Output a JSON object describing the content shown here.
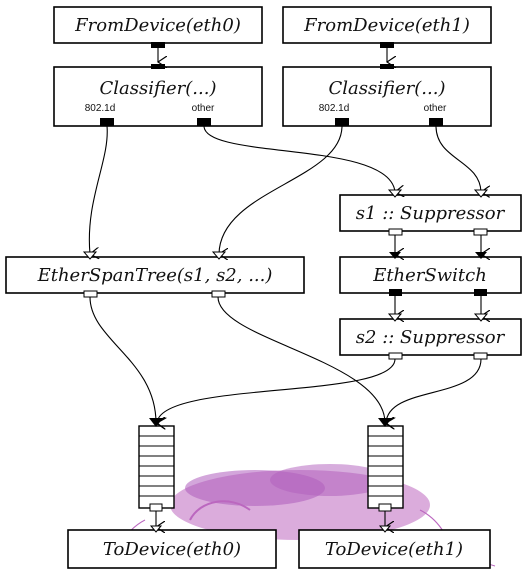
{
  "diagram": {
    "elements": {
      "fromdevice_eth0": "FromDevice(eth0)",
      "fromdevice_eth1": "FromDevice(eth1)",
      "classifier_0": "Classifier(...)",
      "classifier_1": "Classifier(...)",
      "ether_span_tree": "EtherSpanTree(s1, s2, ...)",
      "s1_suppressor": "s1 :: Suppressor",
      "ether_switch": "EtherSwitch",
      "s2_suppressor": "s2 :: Suppressor",
      "todevice_eth0": "ToDevice(eth0)",
      "todevice_eth1": "ToDevice(eth1)"
    },
    "ports": {
      "classifier_0_out0": "802.1d",
      "classifier_0_out1": "other",
      "classifier_1_out0": "802.1d",
      "classifier_1_out1": "other"
    },
    "colors": {
      "stroke": "#000000",
      "background_sketch": "#b04db5"
    }
  }
}
